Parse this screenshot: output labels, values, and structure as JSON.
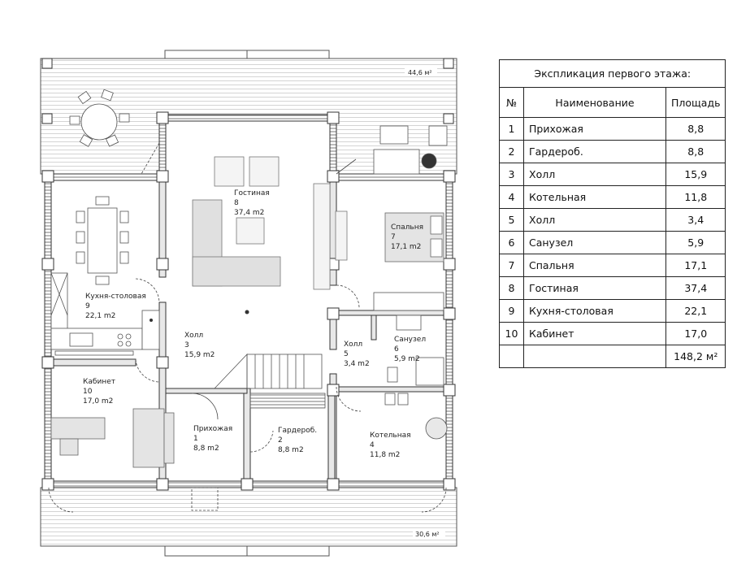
{
  "terraces": {
    "top_area": "44,6 м²",
    "bottom_area": "30,6 м²"
  },
  "rooms": [
    {
      "id": "kitchen",
      "name": "Кухня-столовая",
      "num": "9",
      "area": "22,1 m2"
    },
    {
      "id": "living",
      "name": "Гостиная",
      "num": "8",
      "area": "37,4 m2"
    },
    {
      "id": "bedroom",
      "name": "Спальня",
      "num": "7",
      "area": "17,1 m2"
    },
    {
      "id": "hall3",
      "name": "Холл",
      "num": "3",
      "area": "15,9 m2"
    },
    {
      "id": "hall5",
      "name": "Холл",
      "num": "5",
      "area": "3,4 m2"
    },
    {
      "id": "bath",
      "name": "Санузел",
      "num": "6",
      "area": "5,9 m2"
    },
    {
      "id": "office",
      "name": "Кабинет",
      "num": "10",
      "area": "17,0 m2"
    },
    {
      "id": "entry",
      "name": "Прихожая",
      "num": "1",
      "area": "8,8 m2"
    },
    {
      "id": "wardrobe",
      "name": "Гардероб.",
      "num": "2",
      "area": "8,8 m2"
    },
    {
      "id": "boiler",
      "name": "Котельная",
      "num": "4",
      "area": "11,8 m2"
    }
  ],
  "legend": {
    "title": "Экспликация  первого этажа:",
    "col_num": "№",
    "col_name": "Наименование",
    "col_area": "Площадь",
    "rows": [
      {
        "n": "1",
        "name": "Прихожая",
        "area": "8,8"
      },
      {
        "n": "2",
        "name": "Гардероб.",
        "area": "8,8"
      },
      {
        "n": "3",
        "name": "Холл",
        "area": "15,9"
      },
      {
        "n": "4",
        "name": "Котельная",
        "area": "11,8"
      },
      {
        "n": "5",
        "name": "Холл",
        "area": "3,4"
      },
      {
        "n": "6",
        "name": "Санузел",
        "area": "5,9"
      },
      {
        "n": "7",
        "name": "Спальня",
        "area": "17,1"
      },
      {
        "n": "8",
        "name": "Гостиная",
        "area": "37,4"
      },
      {
        "n": "9",
        "name": "Кухня-столовая",
        "area": "22,1"
      },
      {
        "n": "10",
        "name": "Кабинет",
        "area": "17,0"
      }
    ],
    "total": "148,2 м²"
  }
}
